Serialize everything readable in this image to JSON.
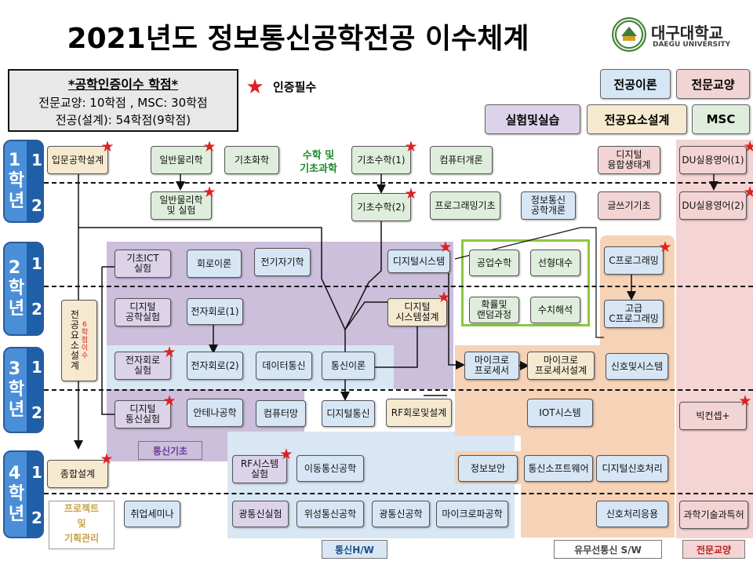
{
  "title": "2021년도 정보통신공학전공 이수체계",
  "logo": {
    "name": "대구대학교",
    "sub": "DAEGU UNIVERSITY"
  },
  "credits": {
    "heading": "*공학인증이수 학점*",
    "line1": "전문교양: 10학점 , MSC: 30학점",
    "line2": "전공(설계): 54학점(9학점)"
  },
  "legend": {
    "required": "인증필수",
    "theory": "전공이론",
    "liberal": "전문교양",
    "lab": "실험및실습",
    "design": "전공요소설계",
    "msc": "MSC"
  },
  "years": [
    {
      "label": "1\n학\n년",
      "sem1": "1",
      "sem2": "2"
    },
    {
      "label": "2\n학\n년",
      "sem1": "1",
      "sem2": "2"
    },
    {
      "label": "3\n학\n년",
      "sem1": "1",
      "sem2": "2"
    },
    {
      "label": "4\n학\n년",
      "sem1": "1",
      "sem2": "2"
    }
  ],
  "labels": {
    "math_science": "수학 및\n기초과학",
    "design_vertical": "전\n공\n요\n소\n설\n계",
    "design_credit": "6\n학\n점\n이\n수",
    "comm_basic": "통신기초",
    "comm_hw": "통신H/W",
    "sw": "유무선통신 S/W",
    "liberal_bottom": "전문교양",
    "project": "프로젝트\n및\n기획관리"
  },
  "courses": {
    "c_intro_design": "입문공학설계",
    "c_physics": "일반물리학",
    "c_chemistry": "기초화학",
    "c_math1": "기초수학(1)",
    "c_computer_intro": "컴퓨터개론",
    "c_digital_ecosystem": "디지털\n융합생태계",
    "c_du_english1": "DU실용영어(1)",
    "c_physics_lab": "일반물리학\n및 실험",
    "c_math2": "기초수학(2)",
    "c_programming_basic": "프로그래밍기초",
    "c_ict_intro": "정보통신\n공학개론",
    "c_writing": "글쓰기기초",
    "c_du_english2": "DU실용영어(2)",
    "c_ict_lab": "기초ICT\n실험",
    "c_circuit_theory": "회로이론",
    "c_electromagnetics": "전기자기학",
    "c_digital_system": "디지털시스템",
    "c_eng_math": "공업수학",
    "c_linear_algebra": "선형대수",
    "c_c_programming": "C프로그래밍",
    "c_digital_eng_lab": "디지털\n공학실험",
    "c_electronic1": "전자회로(1)",
    "c_digital_design": "디지털\n시스템설계",
    "c_probability": "확률및\n랜덤과정",
    "c_numerical": "수치해석",
    "c_adv_c": "고급\nC프로그래밍",
    "c_electronic_lab": "전자회로\n실험",
    "c_electronic2": "전자회로(2)",
    "c_data_comm": "데이터통신",
    "c_comm_theory": "통신이론",
    "c_microprocessor": "마이크로\n프로세서",
    "c_micro_design": "마이크로\n프로세서설계",
    "c_signals": "신호및시스템",
    "c_digital_comm_lab": "디지털\n통신실험",
    "c_antenna": "안테나공학",
    "c_computer_network": "컴퓨터망",
    "c_digital_comm": "디지털통신",
    "c_rf_circuit": "RF회로및설계",
    "c_iot": "IOT시스템",
    "c_big_concept": "빅컨셉+",
    "c_capstone": "종합설계",
    "c_rf_lab": "RF시스템\n실험",
    "c_mobile_comm": "이동통신공학",
    "c_security": "정보보안",
    "c_comm_software": "통신소프트웨어",
    "c_dsp": "디지털신호처리",
    "c_job_seminar": "취업세미나",
    "c_optical_lab": "광통신실험",
    "c_satellite": "위성통신공학",
    "c_optical": "광통신공학",
    "c_microwave": "마이크로파공학",
    "c_signal_app": "신호처리응용",
    "c_tech_patent": "과학기술과특허"
  }
}
